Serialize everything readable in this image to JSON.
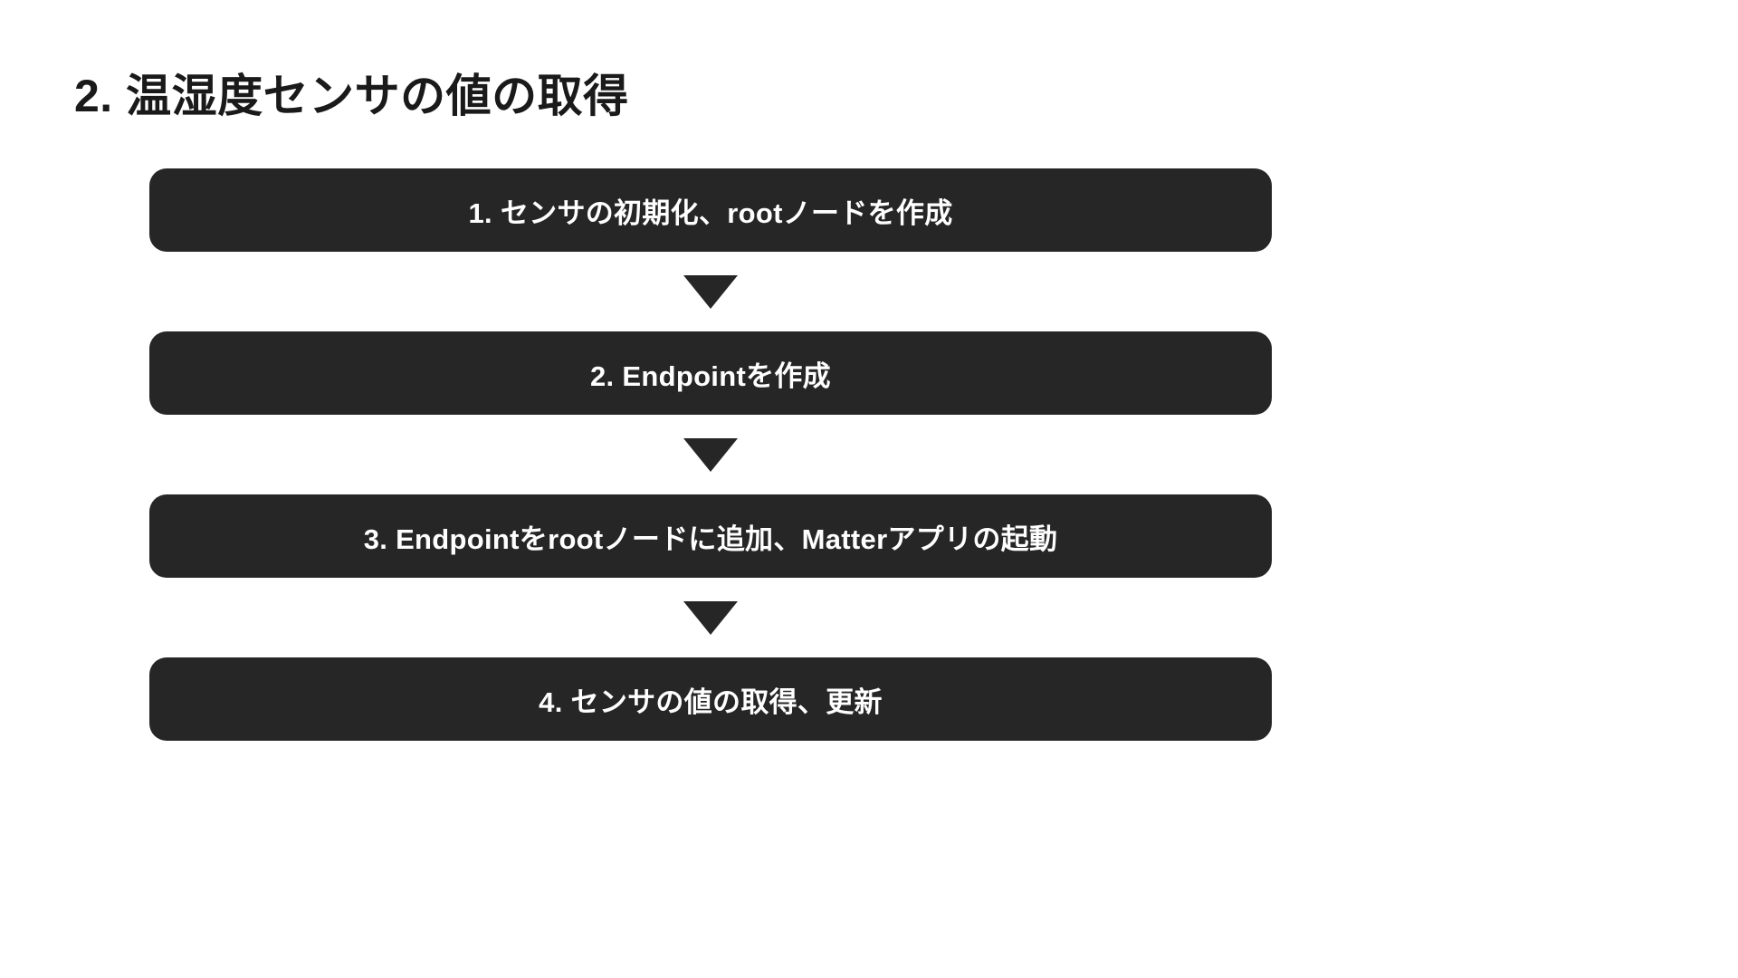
{
  "slide": {
    "background_color": "#ffffff",
    "title": "2. 温湿度センサの値の取得"
  },
  "flow": {
    "box_color": "#262626",
    "text_color": "#ffffff",
    "arrow_icon": "triangle-down-icon",
    "steps": [
      {
        "label": "1. センサの初期化、rootノードを作成"
      },
      {
        "label": "2. Endpointを作成"
      },
      {
        "label": "3. Endpointをrootノードに追加、Matterアプリの起動"
      },
      {
        "label": "4. センサの値の取得、更新"
      }
    ]
  }
}
